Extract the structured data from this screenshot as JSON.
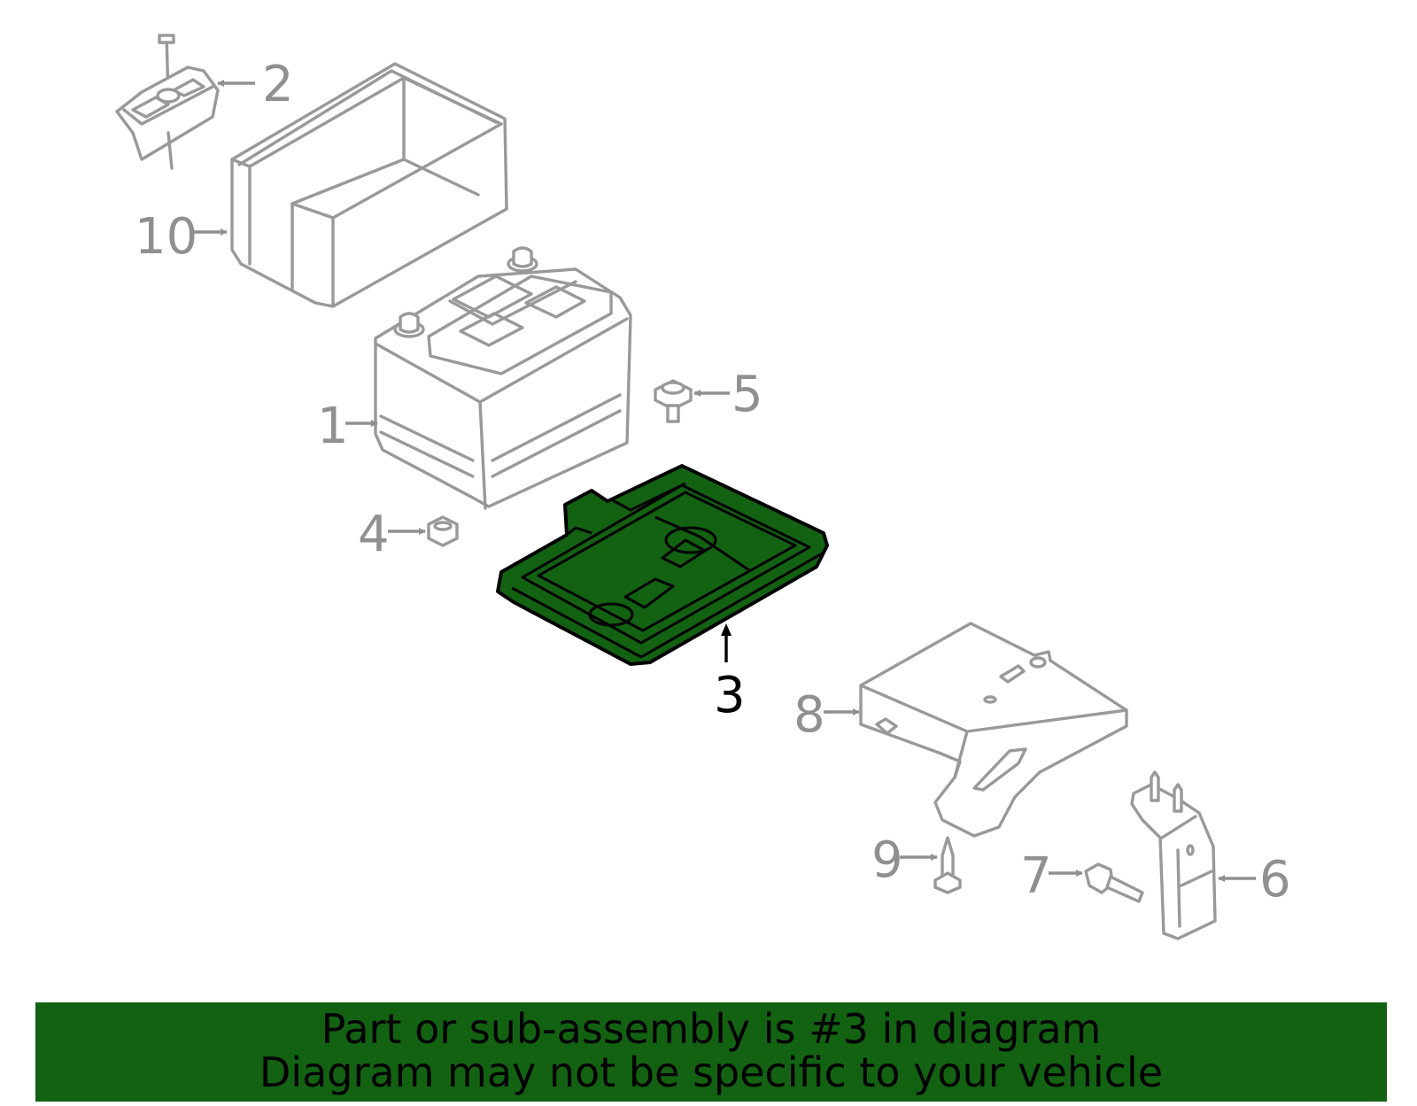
{
  "colors": {
    "highlight_fill": "#126212",
    "highlight_outline": "#000000",
    "part_outline": "#999999",
    "callout_gray": "#909090",
    "banner_background": "#126212",
    "banner_text": "#000000",
    "background": "#ffffff"
  },
  "callouts": {
    "c1": "1",
    "c2": "2",
    "c3": "3",
    "c4": "4",
    "c5": "5",
    "c6": "6",
    "c7": "7",
    "c8": "8",
    "c9": "9",
    "c10": "10"
  },
  "highlighted_part": "3",
  "banner": {
    "line1": "Part or sub-assembly is #3 in diagram",
    "line2": "Diagram may not be specific to your vehicle"
  }
}
